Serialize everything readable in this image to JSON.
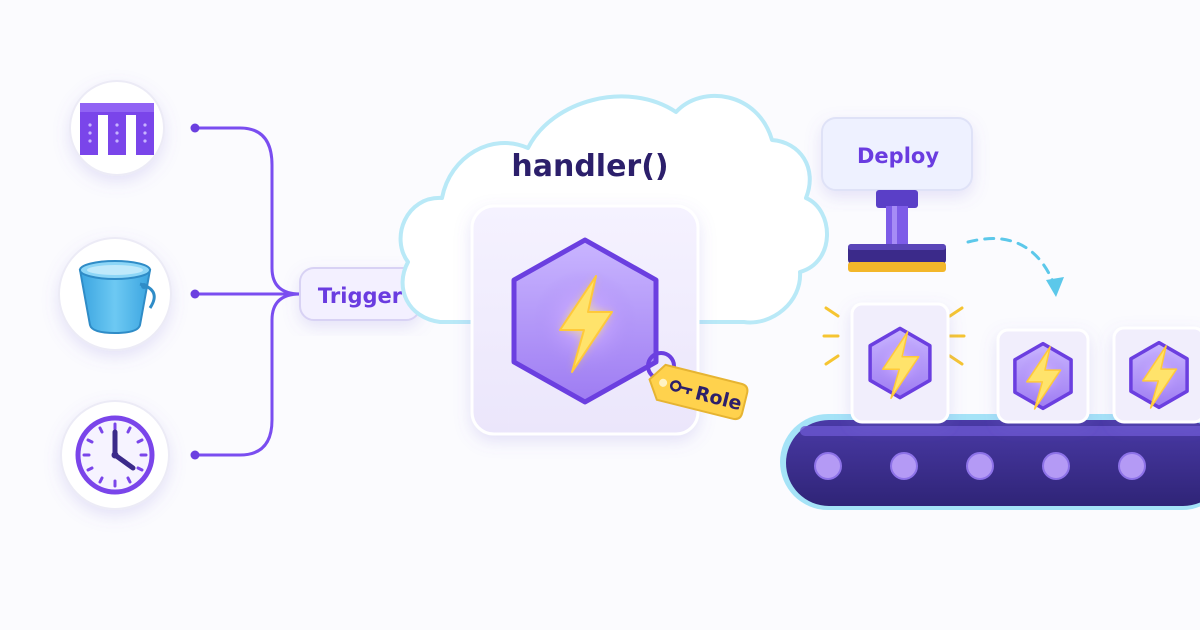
{
  "diagram": {
    "sources": [
      {
        "icon": "api-gateway-icon"
      },
      {
        "icon": "storage-bucket-icon"
      },
      {
        "icon": "clock-icon"
      }
    ],
    "trigger": {
      "label": "Trigger"
    },
    "function": {
      "name": "handler()",
      "icon": "lightning-bolt-icon"
    },
    "role_tag": {
      "label": "Role",
      "icon": "key-icon"
    },
    "deploy": {
      "label": "Deploy"
    },
    "conveyor": {
      "package_count": 3,
      "icon": "lightning-bolt-icon"
    },
    "colors": {
      "primary": "#6b3fe0",
      "dark_purple": "#3b2a8a",
      "bolt": "#ffd84a",
      "tag": "#ffd24d",
      "cloud_outline": "#b9e9f7",
      "dashed_arrow": "#5cc8ea",
      "bucket": "#4fb6ea"
    }
  }
}
